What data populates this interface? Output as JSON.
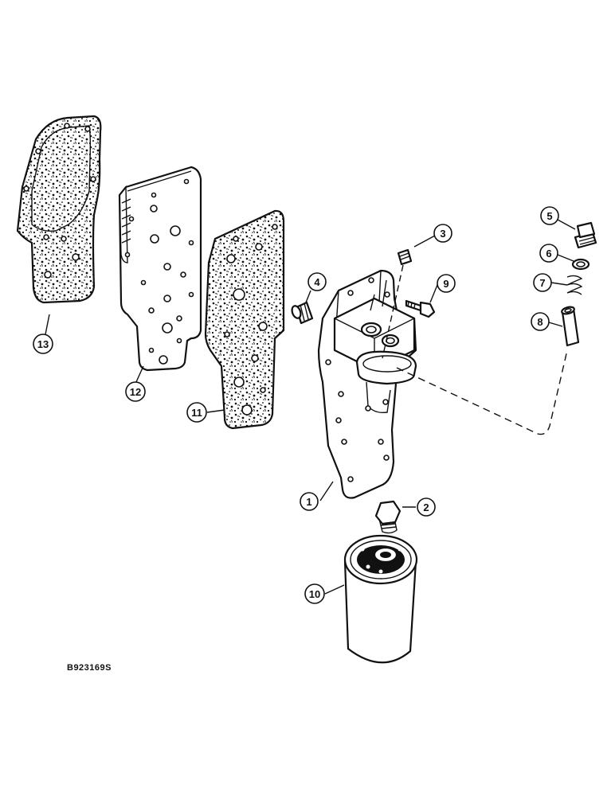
{
  "figure": {
    "reference_code": "B923169S"
  },
  "callouts": [
    {
      "label": "1",
      "part": "oil-filter-head"
    },
    {
      "label": "2",
      "part": "filter-nipple"
    },
    {
      "label": "3",
      "part": "plug"
    },
    {
      "label": "4",
      "part": "plug"
    },
    {
      "label": "5",
      "part": "plug"
    },
    {
      "label": "6",
      "part": "sealing-washer"
    },
    {
      "label": "7",
      "part": "spring"
    },
    {
      "label": "8",
      "part": "valve"
    },
    {
      "label": "9",
      "part": "bolt"
    },
    {
      "label": "10",
      "part": "oil-filter"
    },
    {
      "label": "11",
      "part": "gasket"
    },
    {
      "label": "12",
      "part": "oil-cooler-element"
    },
    {
      "label": "13",
      "part": "cover-gasket"
    }
  ]
}
